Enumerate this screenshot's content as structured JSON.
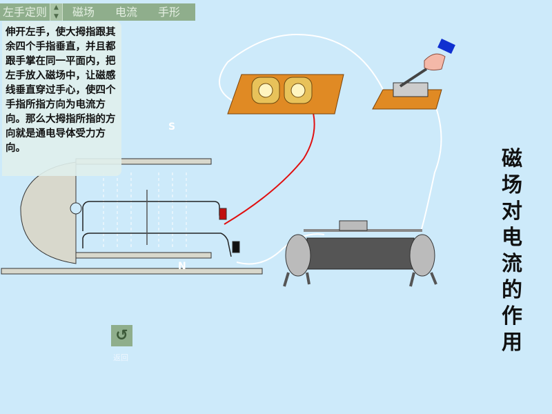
{
  "menu": {
    "items": [
      "左手定则",
      "磁场",
      "电流",
      "手形"
    ],
    "spinner_up": "▲",
    "spinner_down": "▼"
  },
  "panel": {
    "text": "伸开左手，使大拇指跟其余四个手指垂直，并且都跟手掌在同一平面内，把左手放入磁场中，让磁感线垂直穿过手心，使四个手指所指方向为电流方向。那么大拇指所指的方向就是通电导体受力方向。"
  },
  "poles": {
    "south": "S",
    "north": "N"
  },
  "title": "磁场对电流的作用",
  "back": {
    "icon": "↺",
    "label": "返回"
  },
  "colors": {
    "background": "#cdeafa",
    "menu": "#8fae8c",
    "wire_red": "#e01010"
  }
}
